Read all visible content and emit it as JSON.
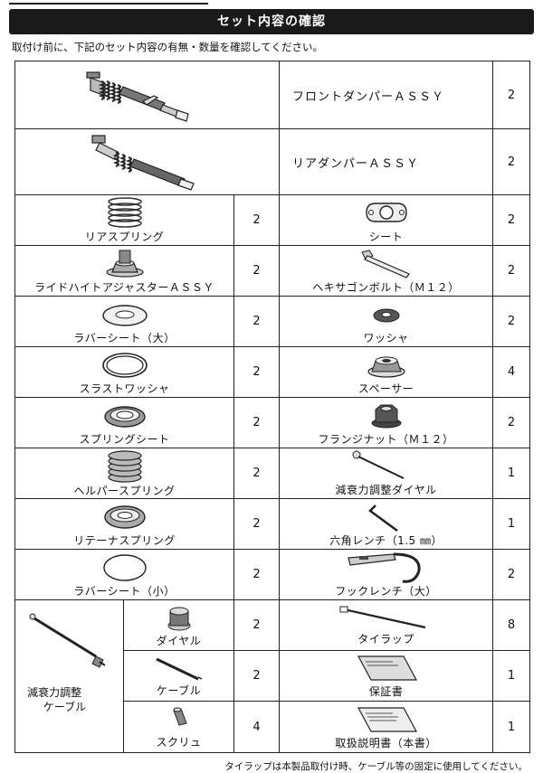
{
  "header": {
    "title": "セット内容の確認"
  },
  "instruction": "取付け前に、下記のセット内容の有無・数量を確認してください。",
  "dampers": [
    {
      "name": "フロントダンパーＡＳＳＹ",
      "qty": "2",
      "icon": "front-damper-icon"
    },
    {
      "name": "リアダンパーＡＳＳＹ",
      "qty": "2",
      "icon": "rear-damper-icon"
    }
  ],
  "rows": [
    {
      "left": {
        "name": "リアスプリング",
        "qty": "2",
        "icon": "rear-spring-icon"
      },
      "right": {
        "name": "シート",
        "qty": "2",
        "icon": "seat-plate-icon"
      }
    },
    {
      "left": {
        "name": "ライドハイトアジャスターＡＳＳＹ",
        "qty": "2",
        "icon": "ride-height-adjuster-icon"
      },
      "right": {
        "name": "ヘキサゴンボルト（Ｍ１２）",
        "qty": "2",
        "icon": "hex-bolt-icon"
      }
    },
    {
      "left": {
        "name": "ラバーシート（大）",
        "qty": "2",
        "icon": "rubber-seat-large-icon"
      },
      "right": {
        "name": "ワッシャ",
        "qty": "2",
        "icon": "washer-icon"
      }
    },
    {
      "left": {
        "name": "スラストワッシャ",
        "qty": "2",
        "icon": "thrust-washer-icon"
      },
      "right": {
        "name": "スペーサー",
        "qty": "4",
        "icon": "spacer-icon"
      }
    },
    {
      "left": {
        "name": "スプリングシート",
        "qty": "2",
        "icon": "spring-seat-icon"
      },
      "right": {
        "name": "フランジナット（Ｍ１２）",
        "qty": "2",
        "icon": "flange-nut-icon"
      }
    },
    {
      "left": {
        "name": "ヘルパースプリング",
        "qty": "2",
        "icon": "helper-spring-icon"
      },
      "right": {
        "name": "減衰力調整ダイヤル",
        "qty": "1",
        "icon": "damping-dial-tool-icon"
      }
    },
    {
      "left": {
        "name": "リテーナスプリング",
        "qty": "2",
        "icon": "retainer-spring-icon"
      },
      "right": {
        "name": "六角レンチ（1.5 ㎜）",
        "qty": "1",
        "icon": "hex-wrench-icon"
      }
    },
    {
      "left": {
        "name": "ラバーシート（小）",
        "qty": "2",
        "icon": "rubber-seat-small-icon"
      },
      "right": {
        "name": "フックレンチ（大）",
        "qty": "2",
        "icon": "hook-wrench-icon"
      }
    }
  ],
  "cable_group": {
    "label_line1": "減衰力調整",
    "label_line2": "ケーブル",
    "icon": "adjust-cable-icon",
    "items": [
      {
        "left": {
          "name": "ダイヤル",
          "qty": "2",
          "icon": "dial-icon"
        },
        "right": {
          "name": "タイラップ",
          "qty": "8",
          "icon": "cable-tie-icon"
        }
      },
      {
        "left": {
          "name": "ケーブル",
          "qty": "2",
          "icon": "cable-icon"
        },
        "right": {
          "name": "保証書",
          "qty": "1",
          "icon": "warranty-card-icon"
        }
      },
      {
        "left": {
          "name": "スクリュ",
          "qty": "4",
          "icon": "screw-icon"
        },
        "right": {
          "name": "取扱説明書（本書）",
          "qty": "1",
          "icon": "manual-icon"
        }
      }
    ]
  },
  "footnote": "タイラップは本製品取付け時、ケーブル等の固定に使用してください。"
}
